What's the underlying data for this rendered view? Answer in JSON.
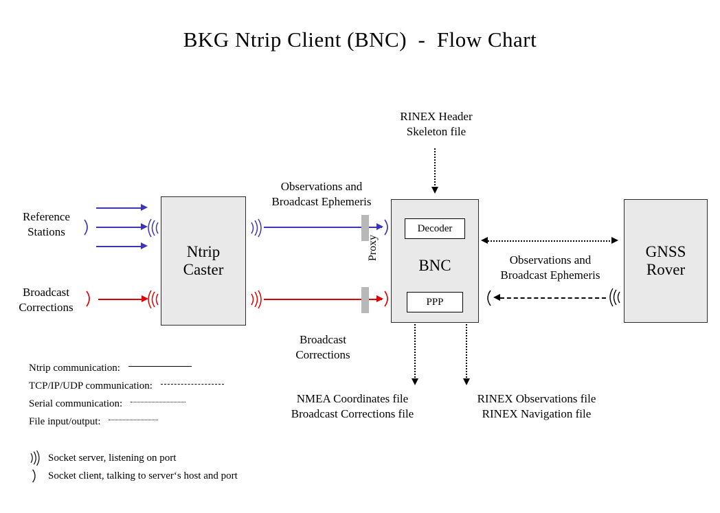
{
  "title": "BKG Ntrip Client (BNC)  -  Flow Chart",
  "nodes": {
    "ntrip_caster": "Ntrip\nCaster",
    "bnc": "BNC",
    "decoder": "Decoder",
    "ppp": "PPP",
    "gnss_rover": "GNSS\nRover",
    "proxy": "Proxy"
  },
  "sources": {
    "reference_stations": "Reference\nStations",
    "broadcast_corrections": "Broadcast\nCorrections"
  },
  "flow_labels": {
    "obs_eph_left": "Observations and\nBroadcast Ephemeris",
    "broadcast_corrections_left": "Broadcast\nCorrections",
    "obs_eph_right": "Observations and\nBroadcast Ephemeris",
    "rinex_header": "RINEX Header\nSkeleton file"
  },
  "outputs": {
    "nmea": "NMEA Coordinates file\nBroadcast Corrections file",
    "rinex": "RINEX Observations file\nRINEX Navigation file"
  },
  "legend": {
    "lines": [
      {
        "label": "Ntrip communication:",
        "style": "solid"
      },
      {
        "label": "TCP/IP/UDP communication:",
        "style": "dashed"
      },
      {
        "label": "Serial communication:",
        "style": "dotted"
      },
      {
        "label": "File input/output:",
        "style": "fine-dotted"
      }
    ],
    "sockets": [
      {
        "icon": "socket-server-icon",
        "label": "Socket server, listening on port"
      },
      {
        "icon": "socket-client-icon",
        "label": "Socket client, talking to server‘s host and port"
      }
    ]
  },
  "colors": {
    "ntrip_blue": "#3b35bd",
    "corrections_red": "#e00000",
    "box_fill": "#e9e9e9",
    "box_border": "#2b2b2b",
    "proxy_bar": "#b8b8b8",
    "background": "#ffffff"
  }
}
